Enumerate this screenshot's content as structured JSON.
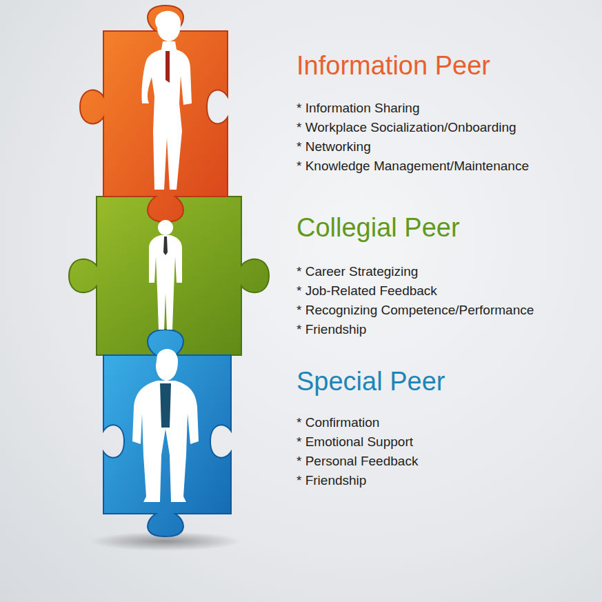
{
  "diagram": {
    "nodes": [
      {
        "text": [
          "Information Peer",
          "* Information Sharing",
          "* Workplace Socialization/Onboarding",
          "* Networking",
          "* Knowledge Management/Maintenance"
        ]
      },
      {
        "text": [
          "Collegial Peer",
          "* Career Strategizing",
          "* Job-Related Feedback",
          "* Recognizing Competence/Performance",
          "* Friendship"
        ]
      },
      {
        "text": [
          "Special Peer",
          "* Confirmation",
          "* Emotional Support",
          "* Personal Feedback",
          "* Friendship"
        ]
      }
    ]
  }
}
